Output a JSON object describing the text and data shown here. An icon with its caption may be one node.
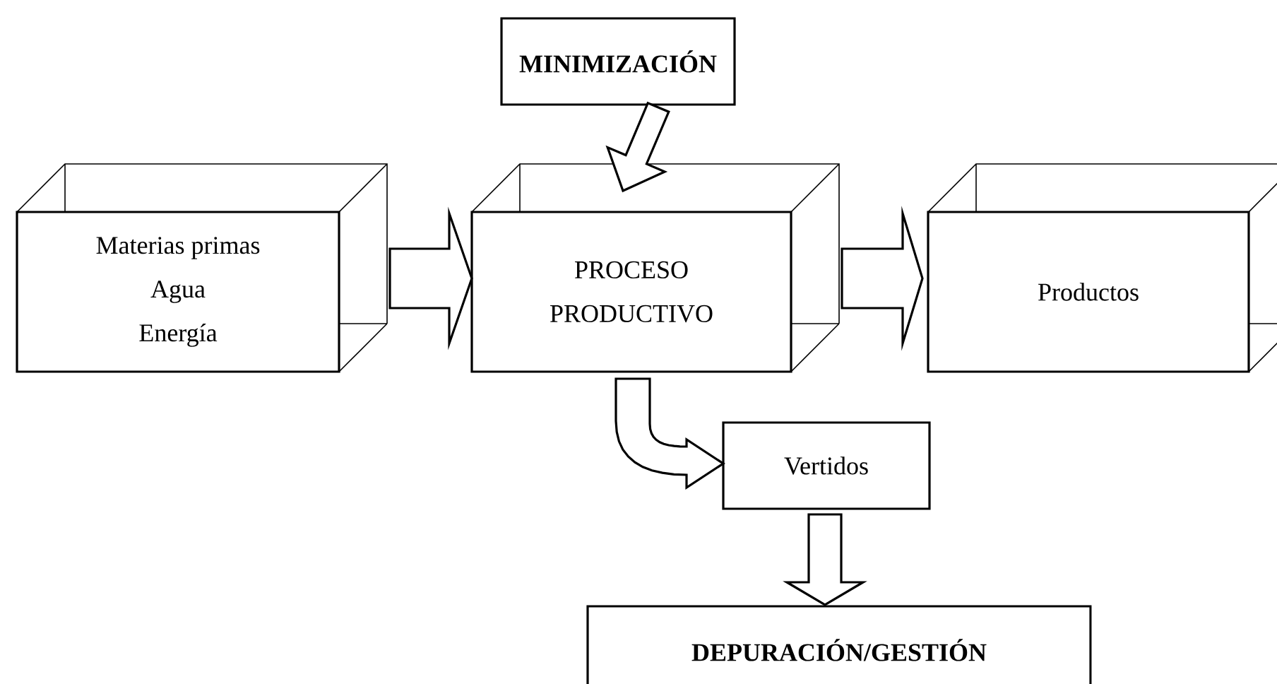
{
  "diagram": {
    "nodes": [
      {
        "text": [
          "MINIMIZACIÓN"
        ]
      },
      {
        "text": [
          "Materias primas",
          "Agua",
          "Energía"
        ]
      },
      {
        "text": [
          "PROCESO PRODUCTIVO"
        ]
      },
      {
        "text": [
          "Productos"
        ]
      },
      {
        "text": [
          "Vertidos"
        ]
      },
      {
        "text": [
          "DEPURACIÓN/GESTIÓN"
        ]
      }
    ],
    "edges": [
      {
        "from": 1,
        "to": 2,
        "arrow": "to"
      },
      {
        "from": 0,
        "to": 2,
        "arrow": "to"
      },
      {
        "from": 2,
        "to": 3,
        "arrow": "to"
      },
      {
        "from": 2,
        "to": 4,
        "arrow": "to"
      },
      {
        "from": 4,
        "to": 5,
        "arrow": "to"
      }
    ]
  }
}
